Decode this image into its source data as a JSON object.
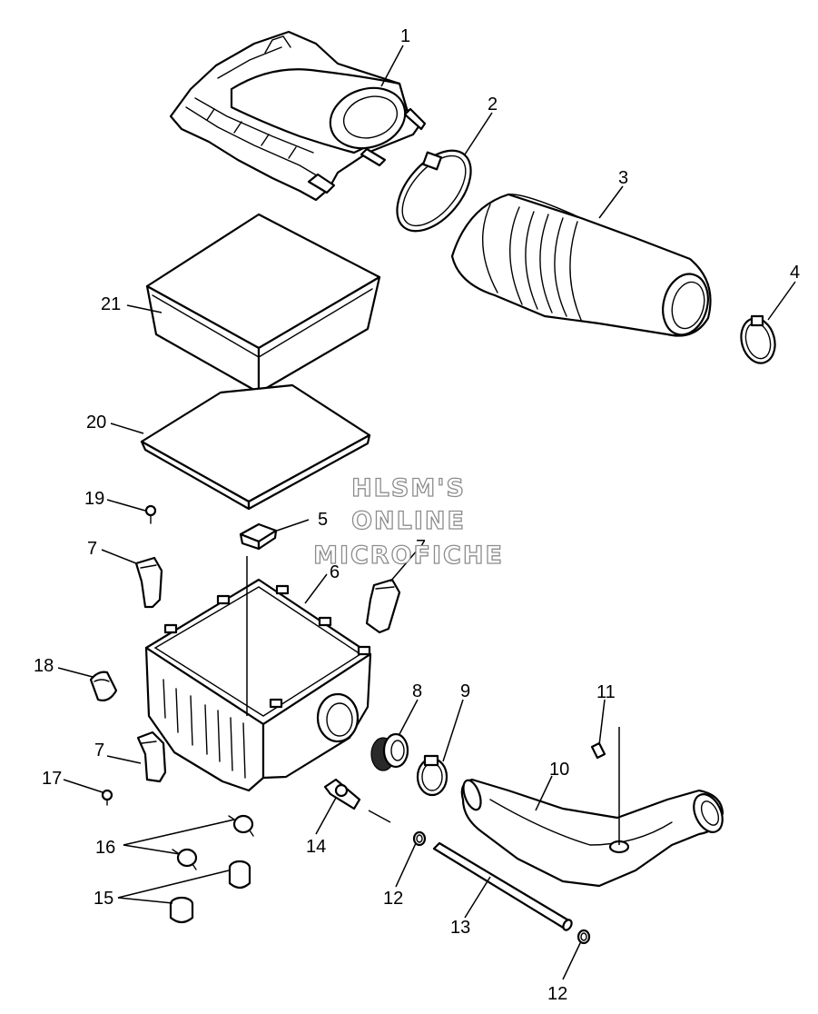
{
  "watermark": {
    "lines": [
      "HLSM'S",
      "ONLINE",
      "MICROFICHE"
    ],
    "color": "#8c8c8c"
  },
  "callouts": [
    {
      "id": "c1",
      "label": "1"
    },
    {
      "id": "c2",
      "label": "2"
    },
    {
      "id": "c3",
      "label": "3"
    },
    {
      "id": "c4",
      "label": "4"
    },
    {
      "id": "c5",
      "label": "5"
    },
    {
      "id": "c6",
      "label": "6"
    },
    {
      "id": "c7a",
      "label": "7"
    },
    {
      "id": "c7b",
      "label": "7"
    },
    {
      "id": "c7c",
      "label": "7"
    },
    {
      "id": "c8",
      "label": "8"
    },
    {
      "id": "c9",
      "label": "9"
    },
    {
      "id": "c10",
      "label": "10"
    },
    {
      "id": "c11",
      "label": "11"
    },
    {
      "id": "c12a",
      "label": "12"
    },
    {
      "id": "c12b",
      "label": "12"
    },
    {
      "id": "c13",
      "label": "13"
    },
    {
      "id": "c14",
      "label": "14"
    },
    {
      "id": "c15",
      "label": "15"
    },
    {
      "id": "c16",
      "label": "16"
    },
    {
      "id": "c17",
      "label": "17"
    },
    {
      "id": "c18",
      "label": "18"
    },
    {
      "id": "c19",
      "label": "19"
    },
    {
      "id": "c20",
      "label": "20"
    },
    {
      "id": "c21",
      "label": "21"
    }
  ]
}
